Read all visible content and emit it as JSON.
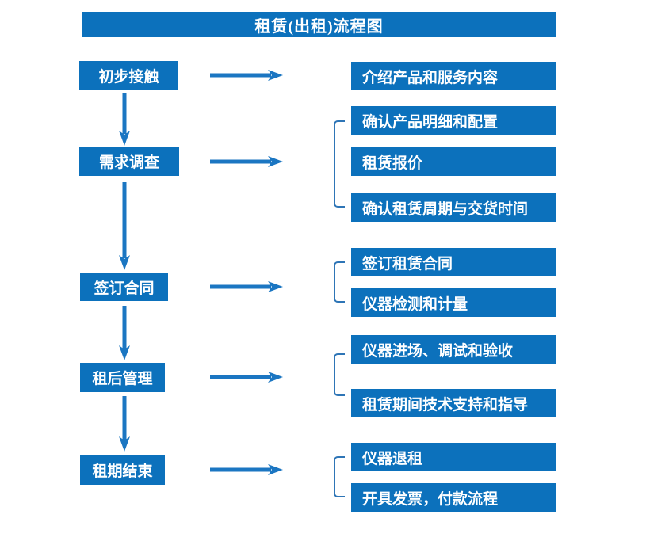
{
  "title": "租赁(出租)流程图",
  "colors": {
    "box_blue": "#0C71BC",
    "arrow_blue": "#1B76C2",
    "bracket_blue": "#2E75B6",
    "text_white": "#FFFFFF"
  },
  "steps": [
    {
      "label": "初步接触",
      "details": [
        "介绍产品和服务内容"
      ]
    },
    {
      "label": "需求调查",
      "details": [
        "确认产品明细和配置",
        "租赁报价",
        "确认租赁周期与交货时间"
      ]
    },
    {
      "label": "签订合同",
      "details": [
        "签订租赁合同",
        "仪器检测和计量"
      ]
    },
    {
      "label": "租后管理",
      "details": [
        "仪器进场、调试和验收",
        "租赁期间技术支持和指导"
      ]
    },
    {
      "label": "租期结束",
      "details": [
        "仪器退租",
        "开具发票，付款流程"
      ]
    }
  ]
}
